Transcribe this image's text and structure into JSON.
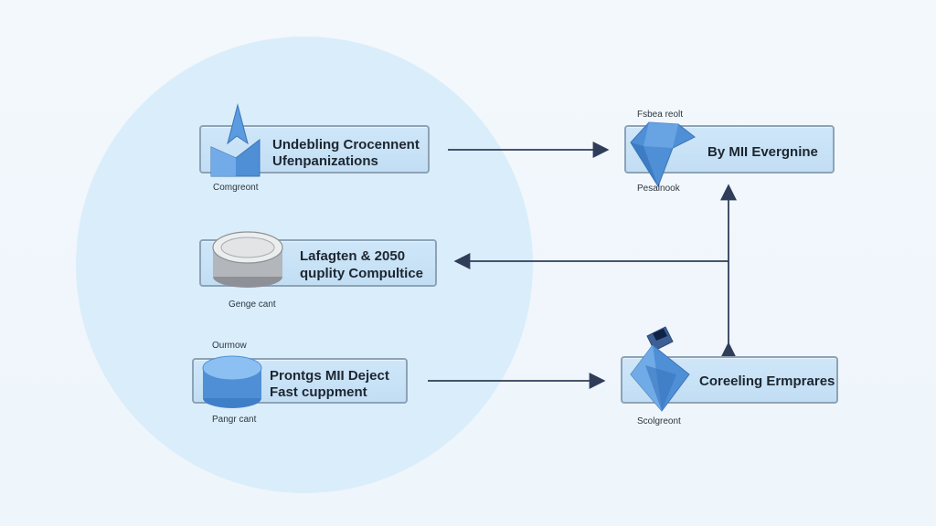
{
  "nodes": {
    "n1": {
      "line1": "Undebling Crocennent",
      "line2": "Ufenpanizations",
      "caption_below": "Comgreont"
    },
    "n2": {
      "line1": "Lafagten & 2050",
      "line2": "quplity Compultice",
      "caption_below": "Genge cant"
    },
    "n3": {
      "line1": "Prontgs MII Deject",
      "line2": "Fast cuppment",
      "caption_above": "Ourmow",
      "caption_below": "Pangr cant"
    },
    "n4": {
      "line1": "By MII Evergnine",
      "caption_above": "Fsbea reolt",
      "caption_below": "Pesalnook"
    },
    "n5": {
      "line1": "Coreeling Ermprares",
      "caption_below": "Scolgreont"
    }
  },
  "colors": {
    "node_fill": "#c8e1f5",
    "node_border": "#8da3b6",
    "accent_blue": "#4f8fd6",
    "connector": "#2f3d59",
    "background_circle": "#d8ecfa"
  },
  "icons": {
    "n1": "blue-pyramid-icon",
    "n2": "grey-disk-icon",
    "n3": "blue-cylinder-icon",
    "n4": "blue-polyhedron-icon",
    "n5": "blue-diamond-tag-icon"
  }
}
